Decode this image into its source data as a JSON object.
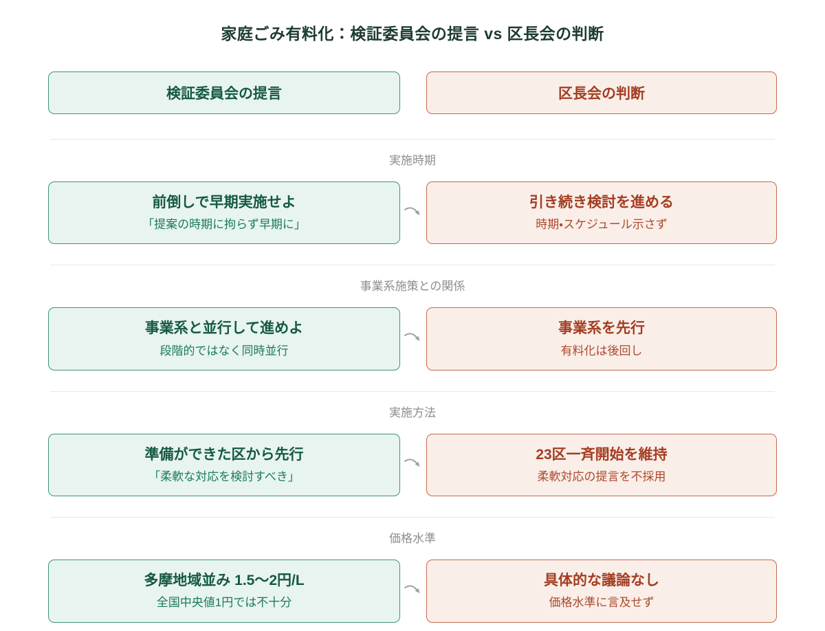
{
  "title": "家庭ごみ有料化：検証委員会の提言 vs 区長会の判断",
  "columns": {
    "left_header": "検証委員会の提言",
    "right_header": "区長会の判断"
  },
  "sections": [
    {
      "label": "実施時期",
      "left": {
        "title": "前倒しで早期実施せよ",
        "subtitle": "「提案の時期に拘らず早期に」"
      },
      "right": {
        "title": "引き続き検討を進める",
        "subtitle": "時期・スケジュール示さず"
      }
    },
    {
      "label": "事業系施策との関係",
      "left": {
        "title": "事業系と並行して進めよ",
        "subtitle": "段階的ではなく同時並行"
      },
      "right": {
        "title": "事業系を先行",
        "subtitle": "有料化は後回し"
      }
    },
    {
      "label": "実施方法",
      "left": {
        "title": "準備ができた区から先行",
        "subtitle": "「柔軟な対応を検討すべき」"
      },
      "right": {
        "title": "23区一斉開始を維持",
        "subtitle": "柔軟対応の提言を不採用"
      }
    },
    {
      "label": "価格水準",
      "left": {
        "title": "多摩地域並み 1.5〜2円/L",
        "subtitle": "全国中央値1円では不十分"
      },
      "right": {
        "title": "具体的な議論なし",
        "subtitle": "価格水準に言及せず"
      }
    }
  ],
  "icons": {
    "arrow": "curved-arrow-down-right"
  },
  "colors": {
    "page_bg": "#ffffff",
    "title_color": "#1d3b33",
    "green_border": "#3d9478",
    "green_bg": "#e8f4ef",
    "green_title": "#155943",
    "green_sub": "#1b7a5f",
    "red_border": "#c4674d",
    "red_bg": "#faeee8",
    "red_title": "#a33d22",
    "red_sub": "#ab4a2c",
    "divider_color": "#e8e8e8",
    "section_label_color": "#8a8f8d",
    "arrow_color": "#9aa0a0"
  }
}
